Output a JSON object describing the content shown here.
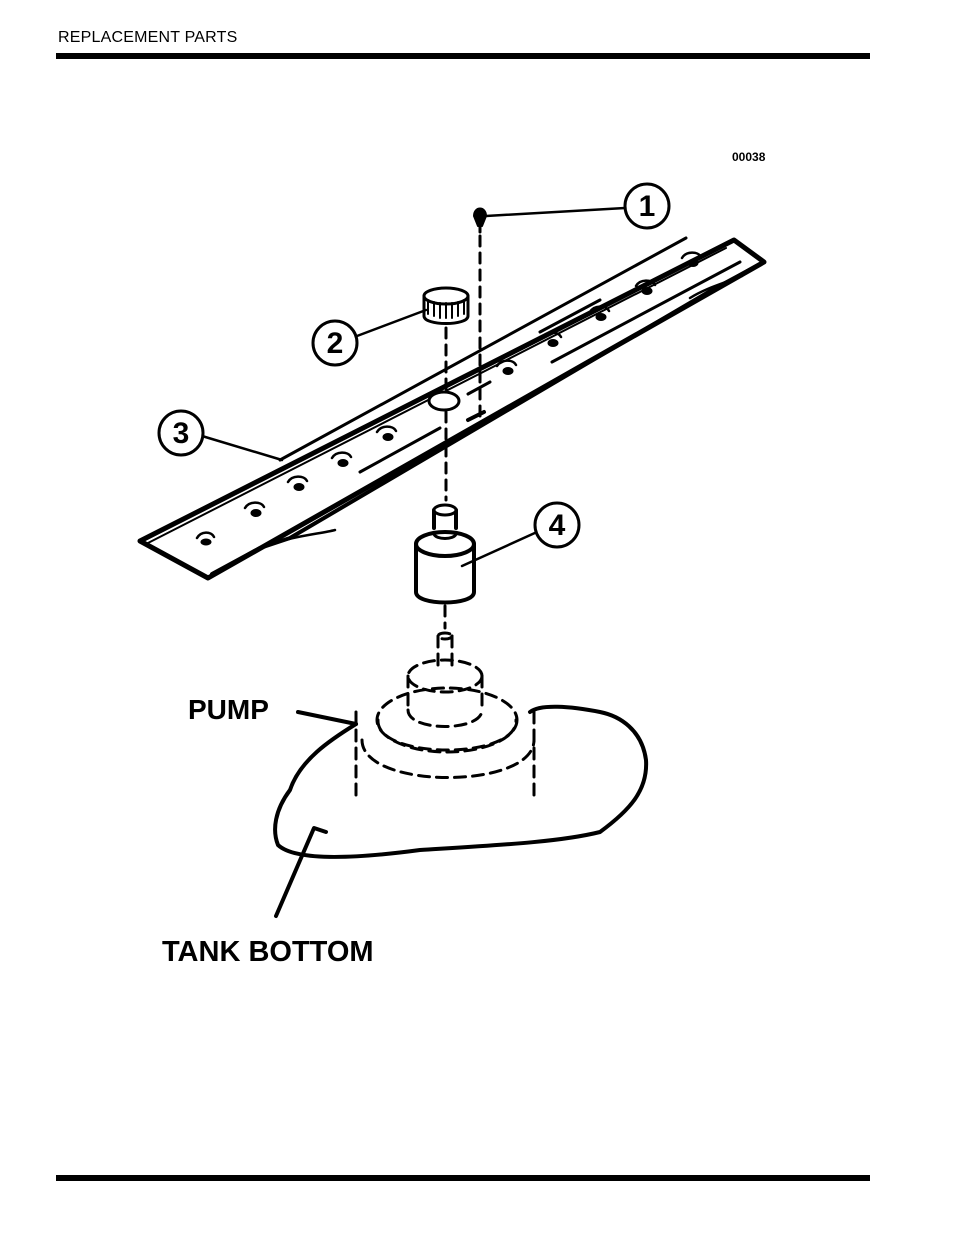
{
  "header": {
    "title": "REPLACEMENT PARTS"
  },
  "figure": {
    "number": "00038"
  },
  "callouts": [
    "1",
    "2",
    "3",
    "4"
  ],
  "labels": {
    "pump": "PUMP",
    "tank_bottom": "TANK BOTTOM"
  }
}
